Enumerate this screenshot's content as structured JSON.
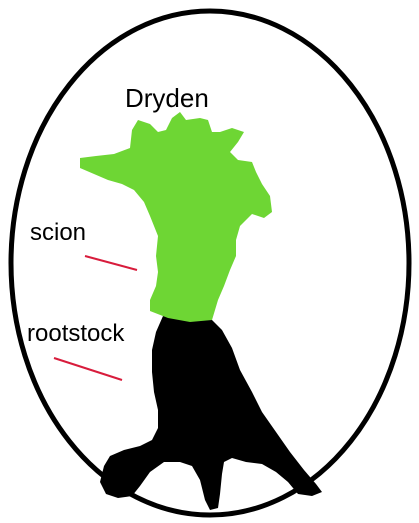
{
  "labels": {
    "title": "Dryden",
    "scion": "scion",
    "rootstock": "rootstock"
  },
  "colors": {
    "scion": "#6ed634",
    "rootstock": "#000000",
    "pointer_lines": "#d81c3c",
    "outline": "#000000"
  }
}
